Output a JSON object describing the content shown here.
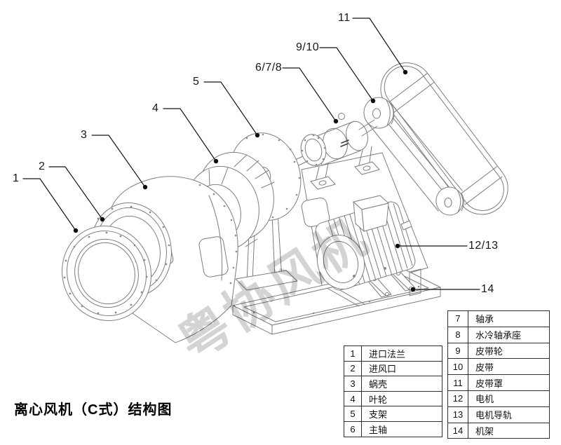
{
  "title": "离心风机（C式）结构图",
  "watermark": "粤协风机",
  "callouts": [
    {
      "label": "1"
    },
    {
      "label": "2"
    },
    {
      "label": "3"
    },
    {
      "label": "4"
    },
    {
      "label": "5"
    },
    {
      "label": "6/7/8"
    },
    {
      "label": "9/10"
    },
    {
      "label": "11"
    },
    {
      "label": "12/13"
    },
    {
      "label": "14"
    }
  ],
  "legend_left": {
    "rows": [
      {
        "num": "1",
        "name": "进口法兰"
      },
      {
        "num": "2",
        "name": "进风口"
      },
      {
        "num": "3",
        "name": "蜗壳"
      },
      {
        "num": "4",
        "name": "叶轮"
      },
      {
        "num": "5",
        "name": "支架"
      },
      {
        "num": "6",
        "name": "主轴"
      }
    ]
  },
  "legend_right": {
    "rows": [
      {
        "num": "7",
        "name": "轴承"
      },
      {
        "num": "8",
        "name": "水冷轴承座"
      },
      {
        "num": "9",
        "name": "皮带轮"
      },
      {
        "num": "10",
        "name": "皮带"
      },
      {
        "num": "11",
        "name": "皮带罩"
      },
      {
        "num": "12",
        "name": "电机"
      },
      {
        "num": "13",
        "name": "电机导轨"
      },
      {
        "num": "14",
        "name": "机架"
      }
    ]
  },
  "colors": {
    "background": "#ffffff",
    "drawing_line": "#7d7d7d",
    "callout_line": "#141414",
    "text": "#111111",
    "table_border": "#2e2e2e",
    "watermark": "#c9c9c9"
  }
}
